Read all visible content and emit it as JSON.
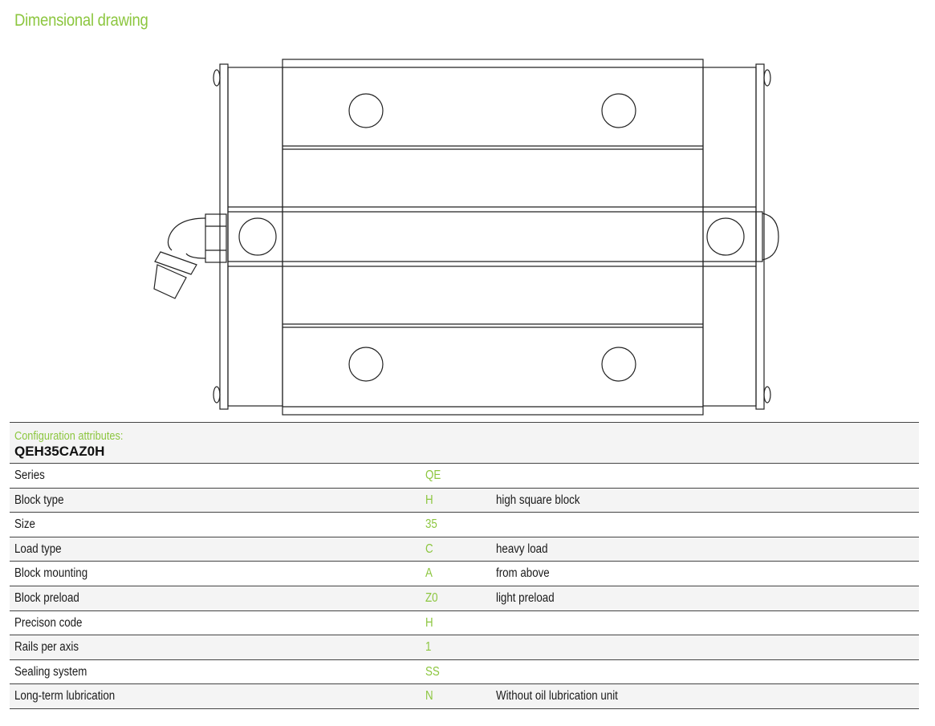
{
  "heading": "Dimensional drawing",
  "config": {
    "label": "Configuration attributes:",
    "code": "QEH35CAZ0H",
    "rows": [
      {
        "name": "Series",
        "code": "QE",
        "desc": ""
      },
      {
        "name": "Block type",
        "code": "H",
        "desc": "high square block"
      },
      {
        "name": "Size",
        "code": "35",
        "desc": ""
      },
      {
        "name": "Load type",
        "code": "C",
        "desc": "heavy load"
      },
      {
        "name": "Block mounting",
        "code": "A",
        "desc": "from above"
      },
      {
        "name": "Block preload",
        "code": "Z0",
        "desc": "light preload"
      },
      {
        "name": "Precison code",
        "code": "H",
        "desc": ""
      },
      {
        "name": "Rails per axis",
        "code": "1",
        "desc": ""
      },
      {
        "name": "Sealing system",
        "code": "SS",
        "desc": ""
      },
      {
        "name": "Long-term lubrication",
        "code": "N",
        "desc": "Without oil lubrication unit"
      }
    ]
  },
  "colors": {
    "accent": "#8cc63f",
    "text": "#1a1a1a",
    "row_alt": "#f4f4f4"
  }
}
